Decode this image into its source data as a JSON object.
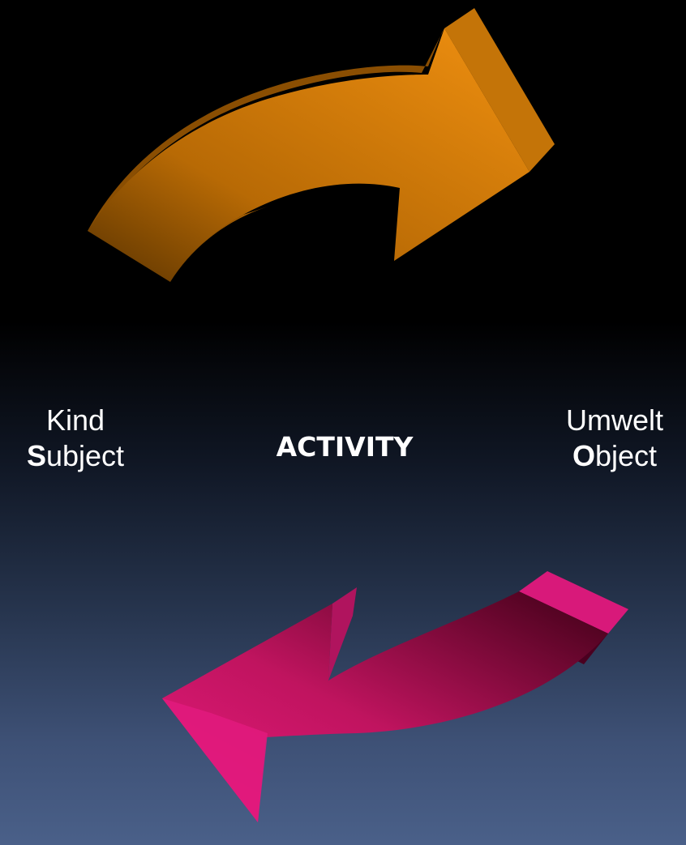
{
  "diagram": {
    "left_node": {
      "line1": "Kind",
      "initial": "S",
      "rest": "ubject"
    },
    "center_label": "ACTIVITY",
    "right_node": {
      "line1": "Umwelt",
      "initial": "O",
      "rest": "bject"
    },
    "arrows": [
      {
        "name": "top-arrow",
        "direction": "subject-to-object",
        "color": "#e8880a"
      },
      {
        "name": "bottom-arrow",
        "direction": "object-to-subject",
        "color": "#e0197a"
      }
    ]
  }
}
